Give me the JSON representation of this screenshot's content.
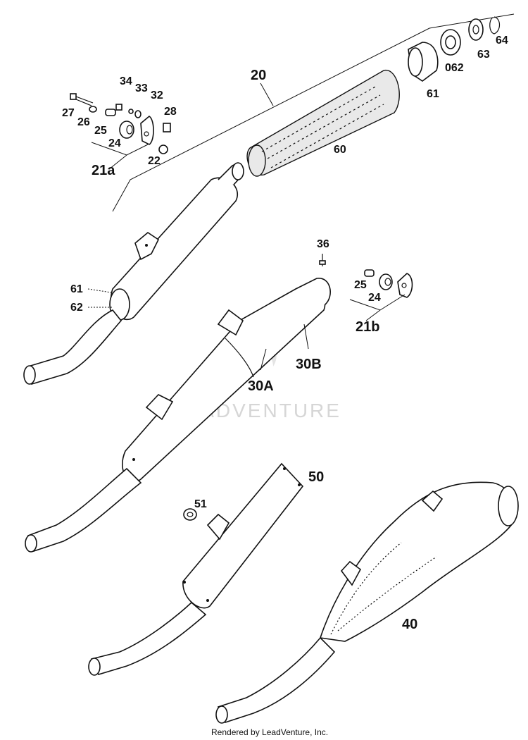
{
  "diagram": {
    "labels": {
      "p20": "20",
      "p21a": "21a",
      "p21b": "21b",
      "p22": "22",
      "p24a": "24",
      "p24b": "24",
      "p25a": "25",
      "p25b": "25",
      "p26": "26",
      "p27": "27",
      "p28": "28",
      "p30a": "30A",
      "p30b": "30B",
      "p32": "32",
      "p33": "33",
      "p34": "34",
      "p36": "36",
      "p40": "40",
      "p50": "50",
      "p51": "51",
      "p60": "60",
      "p61a": "61",
      "p61b": "61",
      "p62": "62",
      "p062": "062",
      "p63": "63",
      "p64": "64"
    },
    "watermark": "LEADVENTURE",
    "footer": "Rendered by LeadVenture, Inc."
  }
}
